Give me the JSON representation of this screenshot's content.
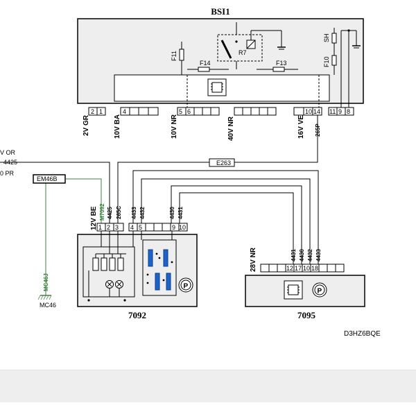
{
  "bsi1": {
    "title": "BSI1",
    "fuses": {
      "f11": "F11",
      "f14": "F14",
      "f13": "F13",
      "f10": "F10",
      "sh": "SH"
    },
    "relay": "R7",
    "pins": [
      "2",
      "1",
      "4",
      "5",
      "6",
      "10",
      "14",
      "11",
      "9",
      "8"
    ],
    "connectors": [
      "2V GR",
      "10V BA",
      "10V NR",
      "40V NR",
      "16V VE"
    ],
    "wire_265p": "265P"
  },
  "left_edge": {
    "line1": "V OR",
    "line2": "4425",
    "line3": "0 PR"
  },
  "em46b": "EM46B",
  "e263": "E263",
  "mc46j": "MC46J",
  "mc46": "MC46",
  "m7092": {
    "title": "7092",
    "connector": "12V BE",
    "pins": [
      "1",
      "2",
      "3",
      "4",
      "5",
      "9",
      "10"
    ],
    "wires": [
      "M7092",
      "4425",
      "265C",
      "4433",
      "4432",
      "4430",
      "4431"
    ]
  },
  "m7095": {
    "title": "7095",
    "connector": "28V NR",
    "pins": [
      "12",
      "17",
      "10",
      "18"
    ],
    "wires": [
      "4431",
      "4430",
      "4432",
      "4433"
    ]
  },
  "ref_code": "D3HZ6BQE",
  "colors": {
    "ink": "#000000",
    "wire_green": "#2e7d32",
    "ground_green": "#4a7d4a",
    "module_fill": "#eeeeee",
    "blue": "#1e63c8"
  }
}
